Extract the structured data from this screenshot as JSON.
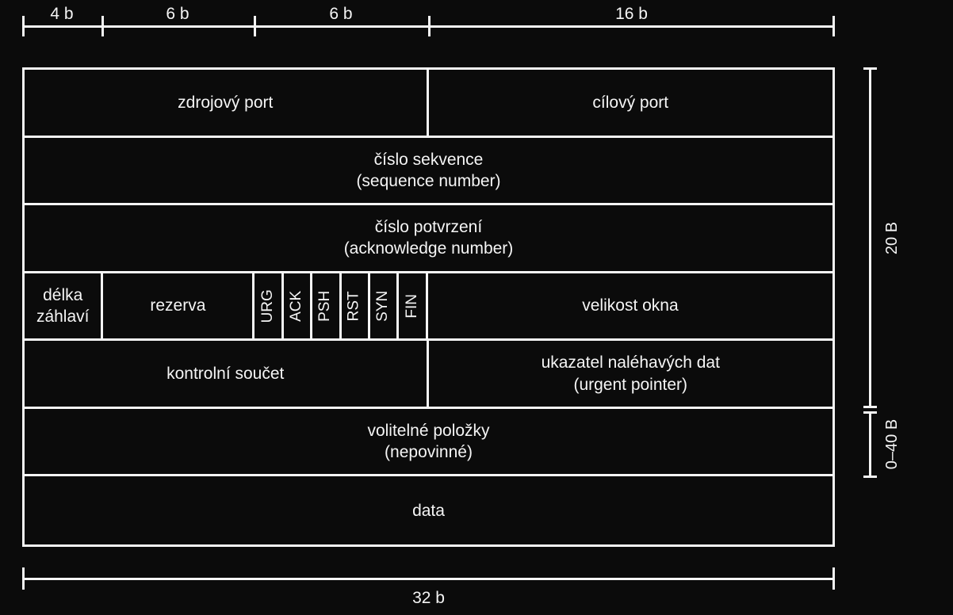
{
  "colors": {
    "background": "#0b0b0b",
    "line": "#f5f5f5",
    "text": "#f5f5f5"
  },
  "top_ruler": {
    "segments": [
      "4 b",
      "6 b",
      "6 b",
      "16 b"
    ]
  },
  "bottom_ruler": {
    "label": "32 b"
  },
  "side_brackets": {
    "header_size": "20 B",
    "options_size": "0–40 B"
  },
  "fields": {
    "source_port": "zdrojový port",
    "destination_port": "cílový port",
    "sequence_number": {
      "line1": "číslo sekvence",
      "line2": "(sequence number)"
    },
    "acknowledge_number": {
      "line1": "číslo potvrzení",
      "line2": "(acknowledge number)"
    },
    "header_length": "délka záhlaví",
    "reserved": "rezerva",
    "flags": [
      "URG",
      "ACK",
      "PSH",
      "RST",
      "SYN",
      "FIN"
    ],
    "window_size": "velikost okna",
    "checksum": "kontrolní součet",
    "urgent_pointer": {
      "line1": "ukazatel naléhavých dat",
      "line2": "(urgent pointer)"
    },
    "options": {
      "line1": "volitelné položky",
      "line2": "(nepovinné)"
    },
    "data": "data"
  }
}
